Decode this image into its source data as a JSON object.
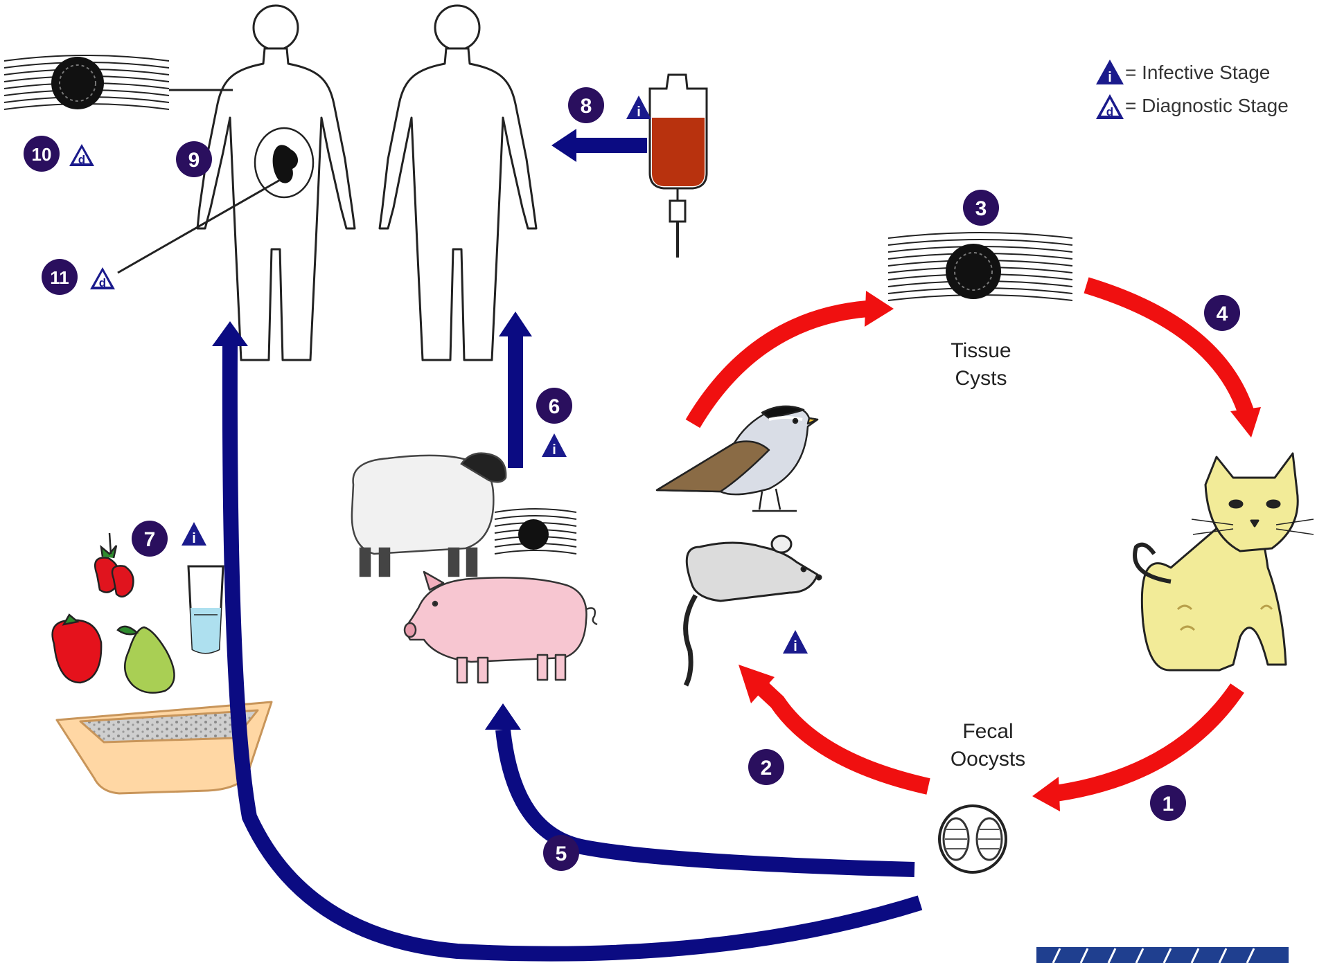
{
  "legend": {
    "infective": "= Infective Stage",
    "diagnostic": "= Diagnostic Stage",
    "infective_letter": "i",
    "diagnostic_letter": "d"
  },
  "labels": {
    "tissue_cysts_1": "Tissue",
    "tissue_cysts_2": "Cysts",
    "fecal_oocysts_1": "Fecal",
    "fecal_oocysts_2": "Oocysts"
  },
  "steps": {
    "s1": "1",
    "s2": "2",
    "s3": "3",
    "s4": "4",
    "s5": "5",
    "s6": "6",
    "s7": "7",
    "s8": "8",
    "s9": "9",
    "s10": "10",
    "s11": "11"
  },
  "colors": {
    "step_circle": "#2a0f5e",
    "triangle": "#1a1a8c",
    "red_arrow": "#f01010",
    "blue_arrow": "#0b0b82"
  },
  "icons": [
    "human-body-icon",
    "blood-transfusion-bag-icon",
    "tissue-cyst-icon",
    "cat-icon",
    "oocyst-icon",
    "bird-icon",
    "mouse-icon",
    "sheep-icon",
    "pig-icon",
    "fruit-icon",
    "water-glass-icon",
    "litter-box-icon"
  ]
}
